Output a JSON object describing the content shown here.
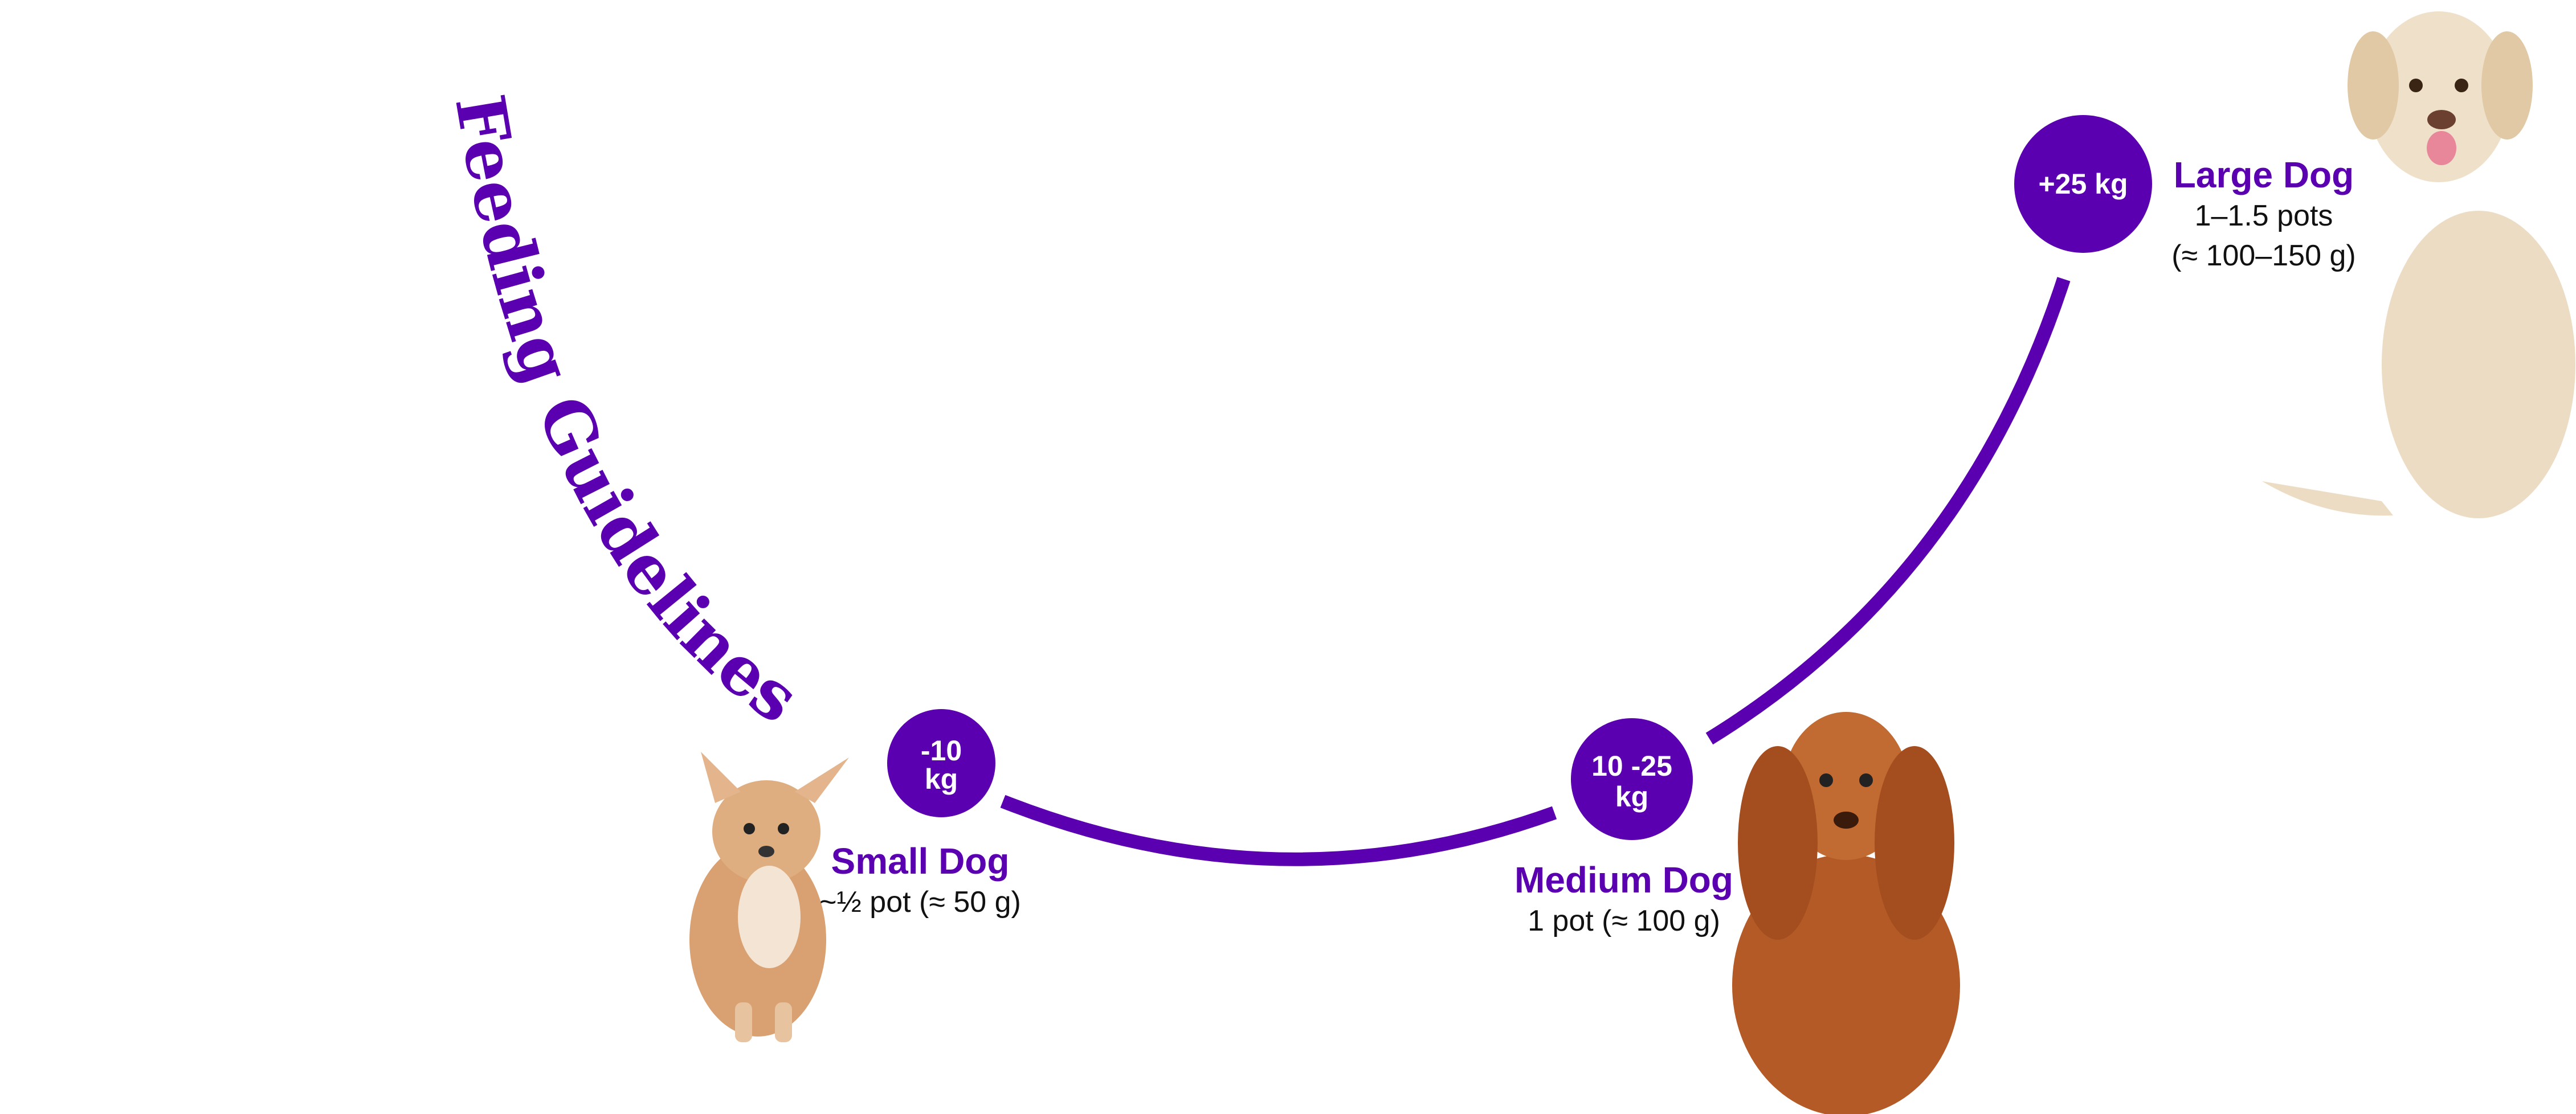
{
  "title": "Feeding Guidelines",
  "colors": {
    "accent": "#5a00b0",
    "text": "#111111",
    "badge_text": "#ffffff"
  },
  "tiers": [
    {
      "weight_line1": "-10",
      "weight_line2": "kg",
      "name": "Small Dog",
      "amount": "~½ pot (≈ 50 g)",
      "image": "chihuahua-photo"
    },
    {
      "weight_line1": "10 -25",
      "weight_line2": "kg",
      "name": "Medium Dog",
      "amount": "1 pot (≈ 100 g)",
      "image": "cocker-spaniel-photo"
    },
    {
      "weight_line1": "+25 kg",
      "name": "Large Dog",
      "amount_line1": "1–1.5 pots",
      "amount_line2": "(≈ 100–150 g)",
      "image": "labrador-photo"
    }
  ]
}
